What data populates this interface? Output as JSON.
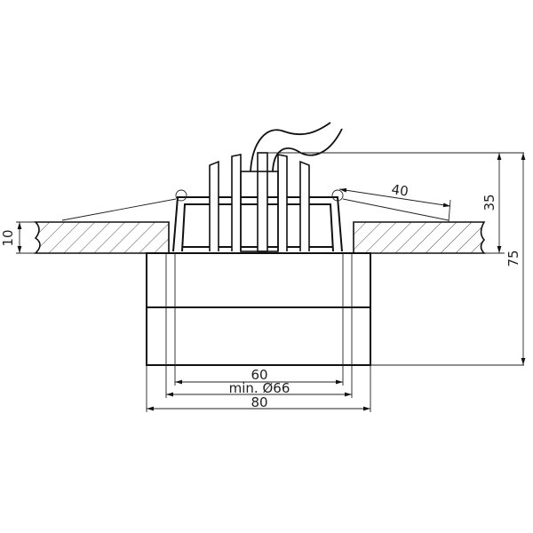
{
  "drawing": {
    "type": "technical-drawing",
    "subject": "recessed downlight fixture cross-section",
    "line_color": "#111111",
    "background": "#ffffff"
  },
  "dimensions": {
    "ceiling_thickness": "10",
    "spring_clip_length": "40",
    "height_above_ceiling": "35",
    "total_height": "75",
    "inner_diameter": "60",
    "cutout": "min. Ø66",
    "outer_diameter": "80"
  }
}
